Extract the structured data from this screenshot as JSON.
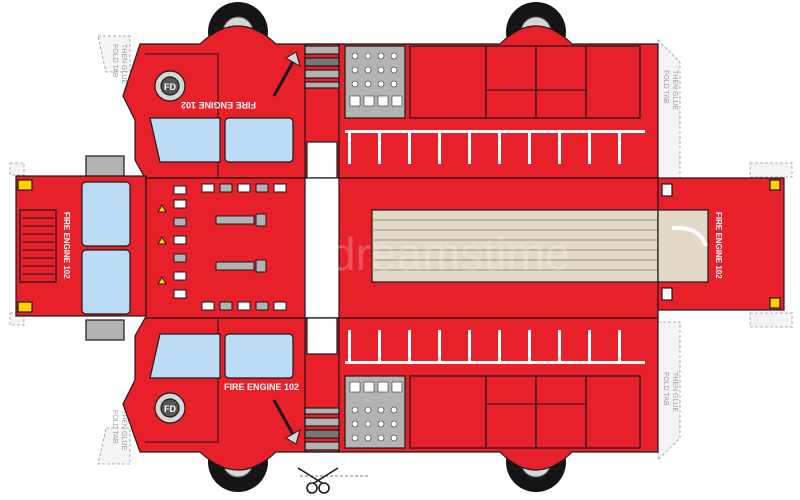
{
  "labels": {
    "engine_name": "FIRE ENGINE 102",
    "fd_badge": "FD",
    "fold_tab_line1": "FOLD TAB",
    "fold_tab_line2": "THEN GLUE",
    "watermark": "dreamstime"
  },
  "colors": {
    "body_red": "#e8202a",
    "outline": "#1a1a1a",
    "window_blue": "#bcdcf5",
    "ladder_beige": "#e2dac6",
    "wheel_black": "#151515",
    "hubcap_gray": "#d6d6d6",
    "chrome_gray": "#b3b3b3",
    "light_yellow": "#ffd200",
    "fold_tab_gray": "#eeeeee"
  },
  "icons": {
    "cut_marker": "scissors-icon",
    "axe": "axe-icon",
    "badge": "fd-badge-icon"
  }
}
